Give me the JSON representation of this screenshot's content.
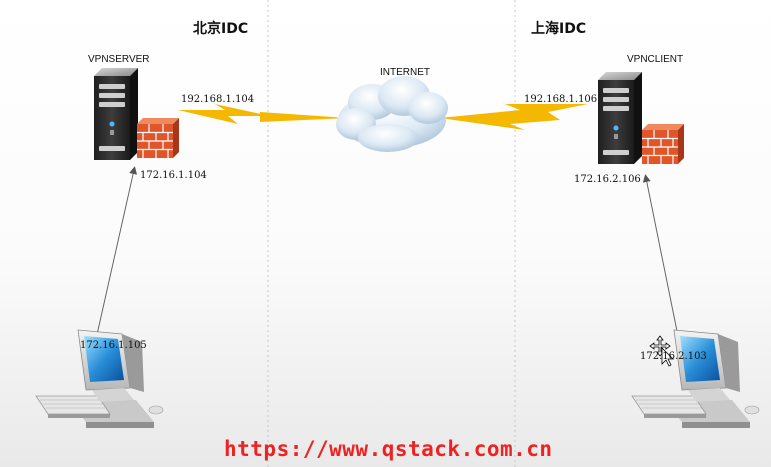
{
  "zones": {
    "beijing": {
      "title": "北京IDC"
    },
    "shanghai": {
      "title": "上海IDC"
    }
  },
  "nodes": {
    "vpn_server": {
      "name": "VPNSERVER",
      "ip_public": "192.168.1.104",
      "ip_private": "172.16.1.104"
    },
    "internet": {
      "name": "INTERNET"
    },
    "vpn_client": {
      "name": "VPNCLIENT",
      "ip_public": "192.168.1.106",
      "ip_private": "172.16.2.106"
    },
    "pc_beijing": {
      "ip": "172.16.1.105"
    },
    "pc_shanghai": {
      "ip": "172.16.2.103"
    }
  },
  "watermark": {
    "text": "https://www.qstack.com.cn",
    "color": "#ee2222"
  },
  "colors": {
    "lightning": "#f5b800",
    "firewall": "#e0562a",
    "server": "#2b2b2b",
    "cloud": "#cfe0ee"
  },
  "icons": [
    "server-icon",
    "firewall-icon",
    "cloud-icon",
    "computer-icon",
    "lightning-link-icon",
    "move-cursor-icon"
  ]
}
